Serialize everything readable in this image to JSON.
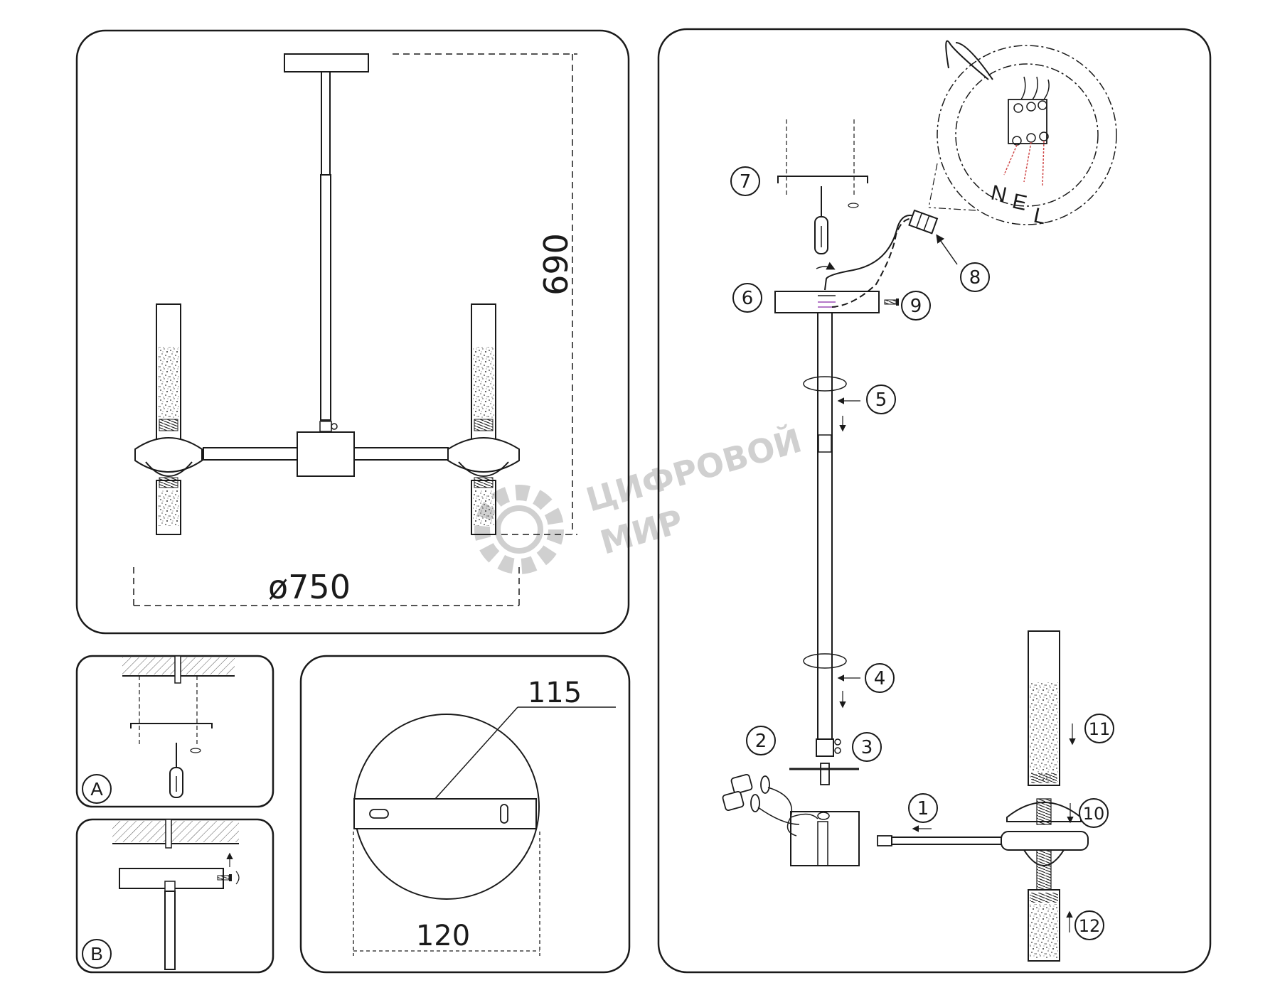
{
  "dimensions": {
    "height": "690",
    "diameter": "ø750",
    "bracket_length": "115",
    "canopy_diameter": "120"
  },
  "panel_labels": [
    "A",
    "B"
  ],
  "wiring": {
    "terminals": [
      "N",
      "E",
      "L"
    ]
  },
  "steps": [
    "1",
    "2",
    "3",
    "4",
    "5",
    "6",
    "7",
    "8",
    "9",
    "10",
    "11",
    "12"
  ],
  "watermark": {
    "line1": "ЦИФРОВОЙ",
    "line2": "МИР"
  },
  "colors": {
    "line": "#1a1a1a",
    "watermark": "#c8c8c8",
    "wire_accent": "#d04a4a",
    "terminal_accent": "#b478c8"
  }
}
